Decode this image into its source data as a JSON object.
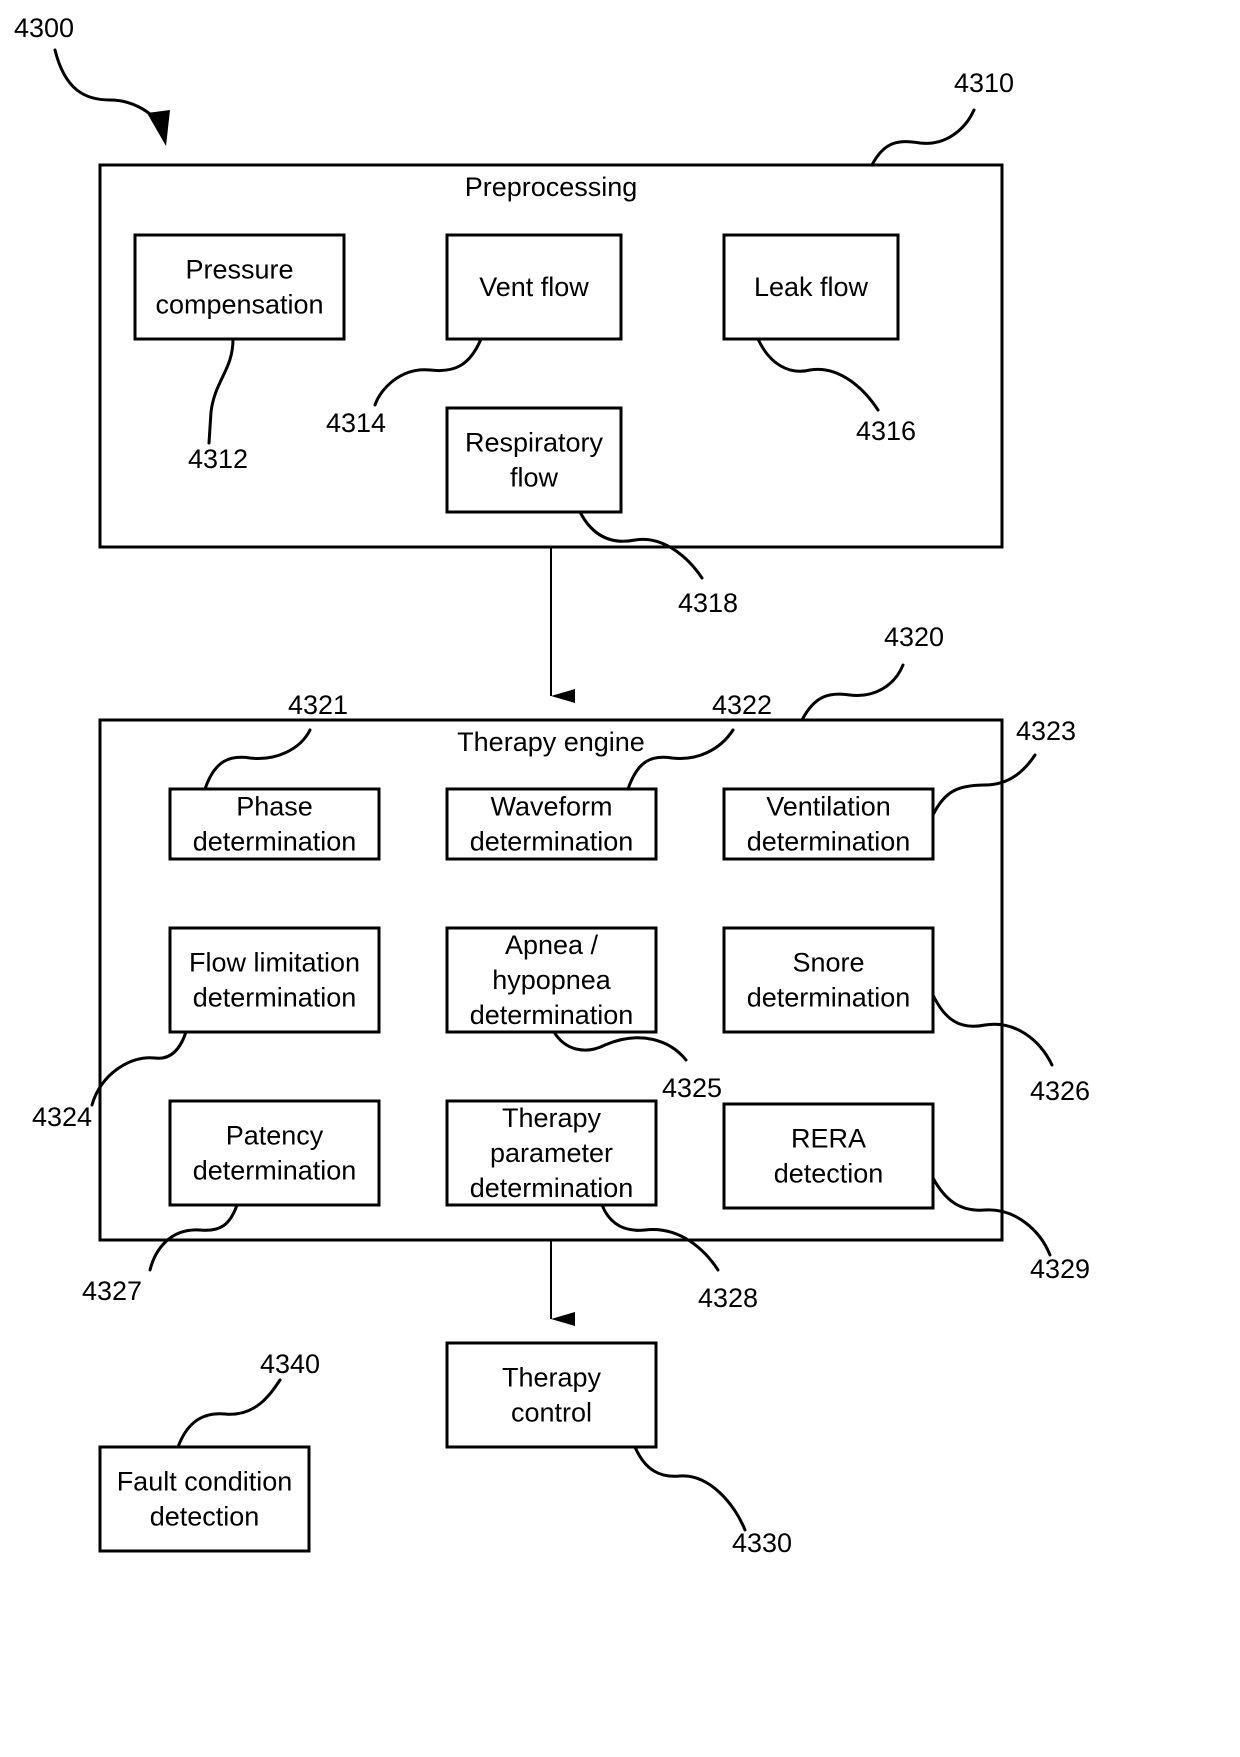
{
  "figure": {
    "ref": "4300",
    "preprocessing": {
      "ref": "4310",
      "title": "Preprocessing",
      "blocks": [
        {
          "id": "pressure-compensation",
          "ref": "4312",
          "lines": [
            "Pressure",
            "compensation"
          ]
        },
        {
          "id": "vent-flow",
          "ref": "4314",
          "lines": [
            "Vent flow"
          ]
        },
        {
          "id": "leak-flow",
          "ref": "4316",
          "lines": [
            "Leak flow"
          ]
        },
        {
          "id": "respiratory-flow",
          "ref": "4318",
          "lines": [
            "Respiratory",
            "flow"
          ]
        }
      ]
    },
    "therapy_engine": {
      "ref": "4320",
      "title": "Therapy engine",
      "blocks": [
        {
          "id": "phase-determination",
          "ref": "4321",
          "lines": [
            "Phase",
            "determination"
          ]
        },
        {
          "id": "waveform-determination",
          "ref": "4322",
          "lines": [
            "Waveform",
            "determination"
          ]
        },
        {
          "id": "ventilation-determination",
          "ref": "4323",
          "lines": [
            "Ventilation",
            "determination"
          ]
        },
        {
          "id": "flow-limitation-determination",
          "ref": "4324",
          "lines": [
            "Flow limitation",
            "determination"
          ]
        },
        {
          "id": "apnea-hypopnea-determination",
          "ref": "4325",
          "lines": [
            "Apnea /",
            "hypopnea",
            "determination"
          ]
        },
        {
          "id": "snore-determination",
          "ref": "4326",
          "lines": [
            "Snore",
            "determination"
          ]
        },
        {
          "id": "patency-determination",
          "ref": "4327",
          "lines": [
            "Patency",
            "determination"
          ]
        },
        {
          "id": "therapy-parameter-determination",
          "ref": "4328",
          "lines": [
            "Therapy",
            "parameter",
            "determination"
          ]
        },
        {
          "id": "rera-detection",
          "ref": "4329",
          "lines": [
            "RERA",
            "detection"
          ]
        }
      ]
    },
    "therapy_control": {
      "id": "therapy-control",
      "ref": "4330",
      "lines": [
        "Therapy",
        "control"
      ]
    },
    "fault_condition": {
      "id": "fault-condition-detection",
      "ref": "4340",
      "lines": [
        "Fault condition",
        "detection"
      ]
    }
  }
}
